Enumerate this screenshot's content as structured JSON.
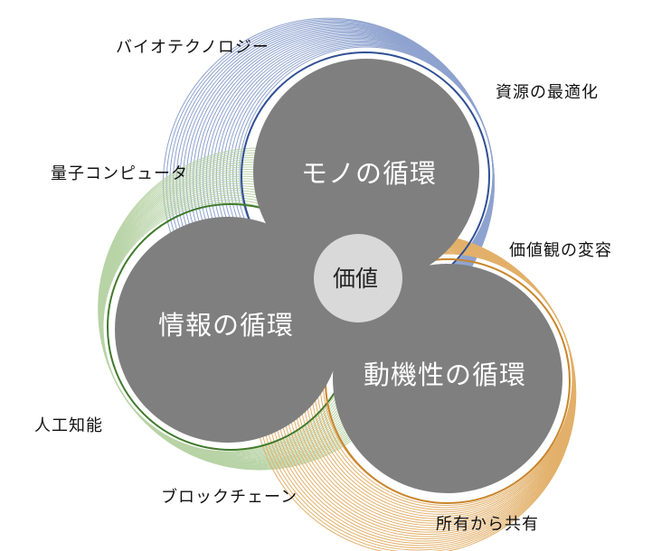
{
  "colors": {
    "blue": "#3a5ba0",
    "blue_light": "#8fa3cf",
    "green": "#3f7a2a",
    "green_light": "#b8d3a6",
    "orange": "#c9852a",
    "orange_light": "#e2b06a",
    "circle": "#7f7f7f",
    "core": "#d9d9d9"
  },
  "cycles": [
    {
      "id": "things",
      "label": "モノの循環"
    },
    {
      "id": "information",
      "label": "情報の循環"
    },
    {
      "id": "motivation",
      "label": "動機性の循環"
    }
  ],
  "core": {
    "label": "価値"
  },
  "keywords": {
    "biotech": "バイオテクノロジー",
    "resource": "資源の最適化",
    "quantum": "量子コンピュータ",
    "values_change": "価値観の変容",
    "ai": "人工知能",
    "blockchain": "ブロックチェーン",
    "sharing": "所有から共有"
  }
}
